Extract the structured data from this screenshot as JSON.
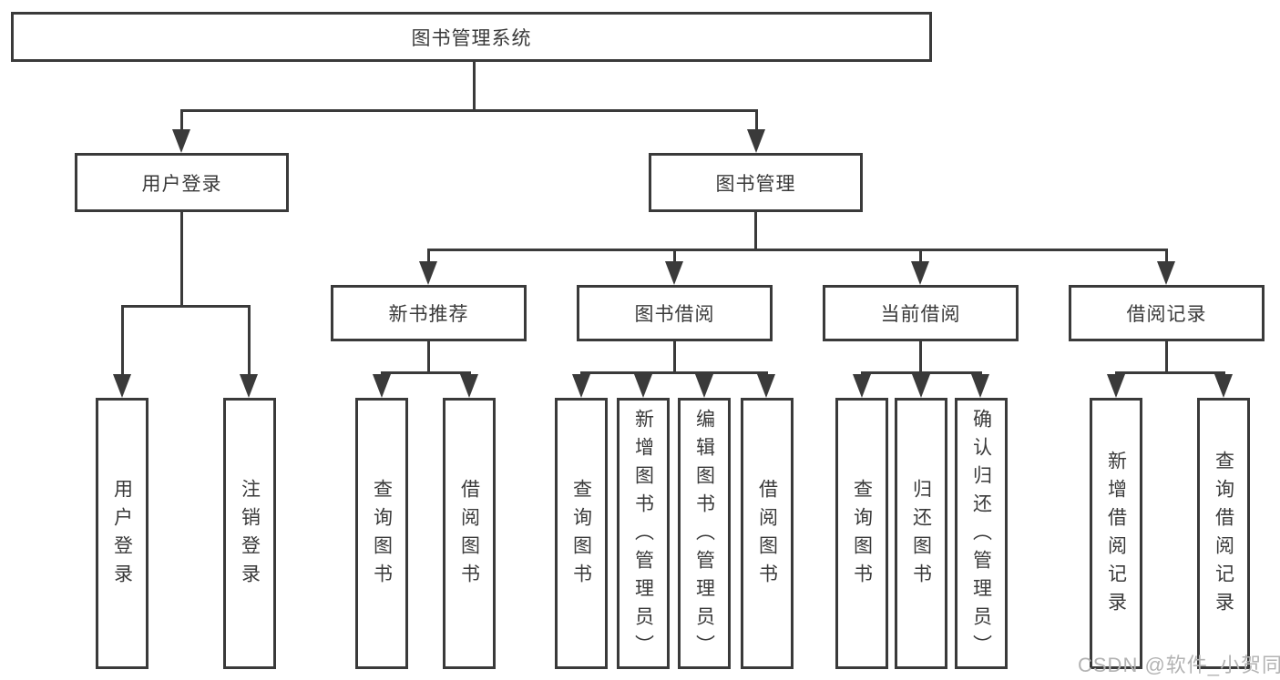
{
  "tree": {
    "label": "图书管理系统",
    "children": [
      {
        "label": "用户登录",
        "children": [
          {
            "label": "用户登录"
          },
          {
            "label": "注销登录"
          }
        ]
      },
      {
        "label": "图书管理",
        "children": [
          {
            "label": "新书推荐",
            "children": [
              {
                "label": "查询图书"
              },
              {
                "label": "借阅图书"
              }
            ]
          },
          {
            "label": "图书借阅",
            "children": [
              {
                "label": "查询图书"
              },
              {
                "label": "新增图书（管理员）"
              },
              {
                "label": "编辑图书（管理员）"
              },
              {
                "label": "借阅图书"
              }
            ]
          },
          {
            "label": "当前借阅",
            "children": [
              {
                "label": "查询图书"
              },
              {
                "label": "归还图书"
              },
              {
                "label": "确认归还（管理员）"
              }
            ]
          },
          {
            "label": "借阅记录",
            "children": [
              {
                "label": "新增借阅记录"
              },
              {
                "label": "查询借阅记录"
              }
            ]
          }
        ]
      }
    ]
  },
  "watermark": "CSDN @软件_小贺同学"
}
